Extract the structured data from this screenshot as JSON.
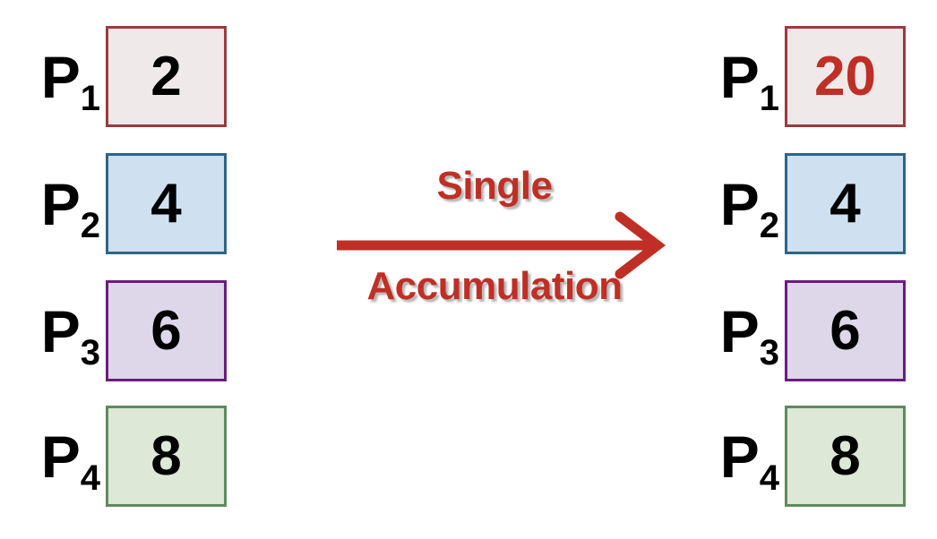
{
  "diagram": {
    "title": "Single Accumulation",
    "type": "before-after-transform",
    "colors": {
      "accent_red": "#bf2f26",
      "border_red": "#9c3a3f",
      "fill_red": "#efe9e9",
      "border_blue": "#2e6485",
      "fill_blue": "#cfe1f1",
      "border_purple": "#6b1d7e",
      "fill_purple": "#ded7e9",
      "border_green": "#5f8a5f",
      "fill_green": "#dde8d6",
      "text_black": "#000000",
      "background": "#ffffff"
    }
  },
  "transition": {
    "line_1": "Single",
    "line_2": "Accumulation",
    "arrow_icon": "right-arrow-icon",
    "arrow_direction": "right"
  },
  "before": {
    "rows": [
      {
        "label": "P",
        "subscript": "1",
        "value": "2",
        "palette": "red",
        "highlighted": false
      },
      {
        "label": "P",
        "subscript": "2",
        "value": "4",
        "palette": "blue",
        "highlighted": false
      },
      {
        "label": "P",
        "subscript": "3",
        "value": "6",
        "palette": "purple",
        "highlighted": false
      },
      {
        "label": "P",
        "subscript": "4",
        "value": "8",
        "palette": "green",
        "highlighted": false
      }
    ]
  },
  "after": {
    "rows": [
      {
        "label": "P",
        "subscript": "1",
        "value": "20",
        "palette": "red",
        "highlighted": true
      },
      {
        "label": "P",
        "subscript": "2",
        "value": "4",
        "palette": "blue",
        "highlighted": false
      },
      {
        "label": "P",
        "subscript": "3",
        "value": "6",
        "palette": "purple",
        "highlighted": false
      },
      {
        "label": "P",
        "subscript": "4",
        "value": "8",
        "palette": "green",
        "highlighted": false
      }
    ]
  }
}
